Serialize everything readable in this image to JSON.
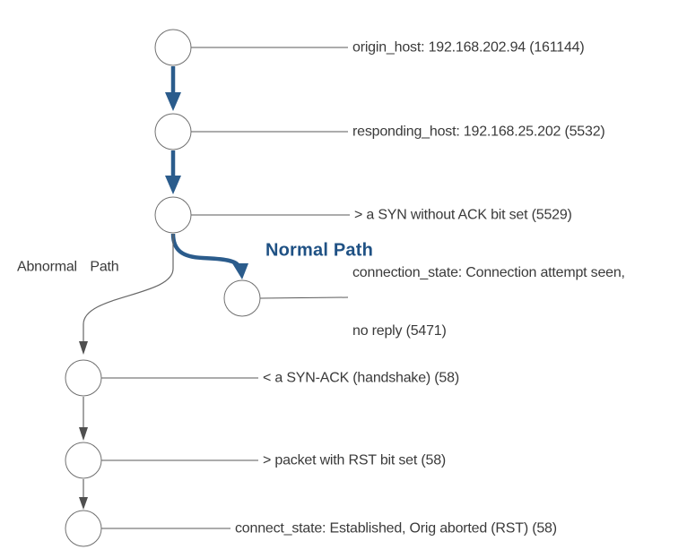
{
  "diagram": {
    "type": "connection-state-flow",
    "colors": {
      "background": "#ffffff",
      "normal_path_stroke": "#2b5c8c",
      "normal_path_text": "#1f5184",
      "node_stroke": "#707070",
      "gray_edge": "#666666",
      "gray_arrowhead": "#4f4f4f",
      "label_line": "#5a5a5a",
      "label_text": "#3a3a3a"
    },
    "nodes": [
      {
        "id": "origin_host",
        "label": "origin_host: 192.168.202.94 (161144)"
      },
      {
        "id": "responding_host",
        "label": "responding_host: 192.168.25.202 (5532)"
      },
      {
        "id": "syn_without_ack",
        "label": "> a SYN without ACK bit set (5529)"
      },
      {
        "id": "connection_state",
        "label": "connection_state: Connection attempt seen,",
        "label_line2": "no reply (5471)"
      },
      {
        "id": "syn_ack",
        "label": "< a SYN-ACK (handshake) (58)"
      },
      {
        "id": "rst_packet",
        "label": "> packet with RST bit set (58)"
      },
      {
        "id": "connect_state",
        "label": "connect_state: Established, Orig aborted (RST) (58)"
      }
    ],
    "path_labels": {
      "normal": "Normal Path",
      "abnormal": "Abnormal  Path"
    }
  }
}
